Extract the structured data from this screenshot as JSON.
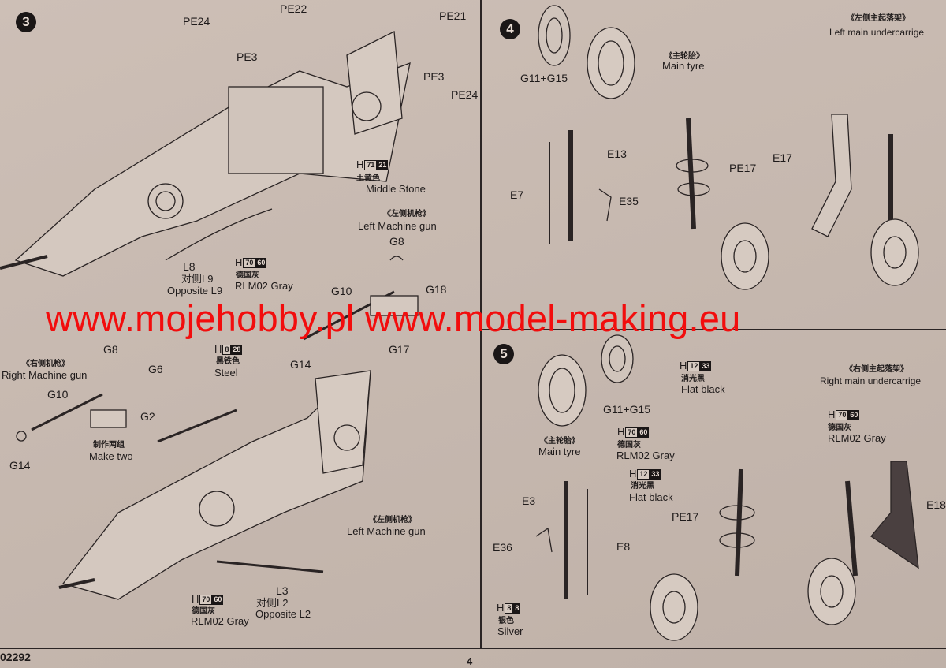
{
  "footer": {
    "code": "02292",
    "page_number": "4"
  },
  "watermark": "www.mojehobby.pl www.model-making.eu",
  "step3": {
    "number": "3",
    "top_parts": [
      "PE24",
      "PE22",
      "PE3",
      "PE21",
      "PE3",
      "PE24"
    ],
    "paint_middle_stone": {
      "h": "H",
      "a": "71",
      "b": "21",
      "cn": "土黄色",
      "en": "Middle Stone"
    },
    "left_mg_cn": "《左侧机枪》",
    "left_mg_en": "Left Machine gun",
    "gun_parts": [
      "G8",
      "G10",
      "G18",
      "G17",
      "G14"
    ],
    "paint_rlm02_top": {
      "h": "H",
      "a": "70",
      "b": "60",
      "cn": "德国灰",
      "en": "RLM02 Gray"
    },
    "l8": "L8",
    "l9_cn": "对侧L9",
    "l9_en": "Opposite L9"
  },
  "step3b": {
    "right_mg_cn": "《右侧机枪》",
    "right_mg_en": "Right Machine gun",
    "parts": [
      "G8",
      "G6",
      "G10",
      "G2",
      "G14"
    ],
    "make_two_cn": "制作两组",
    "make_two_en": "Make two",
    "paint_steel": {
      "h": "H",
      "a": "8",
      "b": "28",
      "cn": "黑铁色",
      "en": "Steel"
    },
    "left_mg_cn": "《左侧机枪》",
    "left_mg_en": "Left Machine gun",
    "paint_rlm02": {
      "h": "H",
      "a": "70",
      "b": "60",
      "cn": "德国灰",
      "en": "RLM02 Gray"
    },
    "l3": "L3",
    "l2_cn": "对侧L2",
    "l2_en": "Opposite L2"
  },
  "step4": {
    "number": "4",
    "g11g15": "G11+G15",
    "tyre_cn": "《主轮胎》",
    "tyre_en": "Main tyre",
    "title_cn": "《左侧主起落架》",
    "title_en": "Left main undercarrige",
    "parts": [
      "E13",
      "E7",
      "E35",
      "PE17",
      "E17"
    ]
  },
  "step5": {
    "number": "5",
    "paint_flat_black_1": {
      "h": "H",
      "a": "12",
      "b": "33",
      "cn": "消光黑",
      "en": "Flat black"
    },
    "g11g15": "G11+G15",
    "title_cn": "《右侧主起落架》",
    "title_en": "Right main undercarrige",
    "paint_rlm02_right": {
      "h": "H",
      "a": "70",
      "b": "60",
      "cn": "德国灰",
      "en": "RLM02 Gray"
    },
    "tyre_cn": "《主轮胎》",
    "tyre_en": "Main tyre",
    "paint_rlm02_left": {
      "h": "H",
      "a": "70",
      "b": "60",
      "cn": "德国灰",
      "en": "RLM02 Gray"
    },
    "paint_flat_black_2": {
      "h": "H",
      "a": "12",
      "b": "33",
      "cn": "消光黑",
      "en": "Flat black"
    },
    "parts": [
      "E3",
      "PE17",
      "E36",
      "E8",
      "E18"
    ],
    "paint_silver": {
      "h": "H",
      "a": "8",
      "b": "8",
      "cn": "银色",
      "en": "Silver"
    }
  }
}
